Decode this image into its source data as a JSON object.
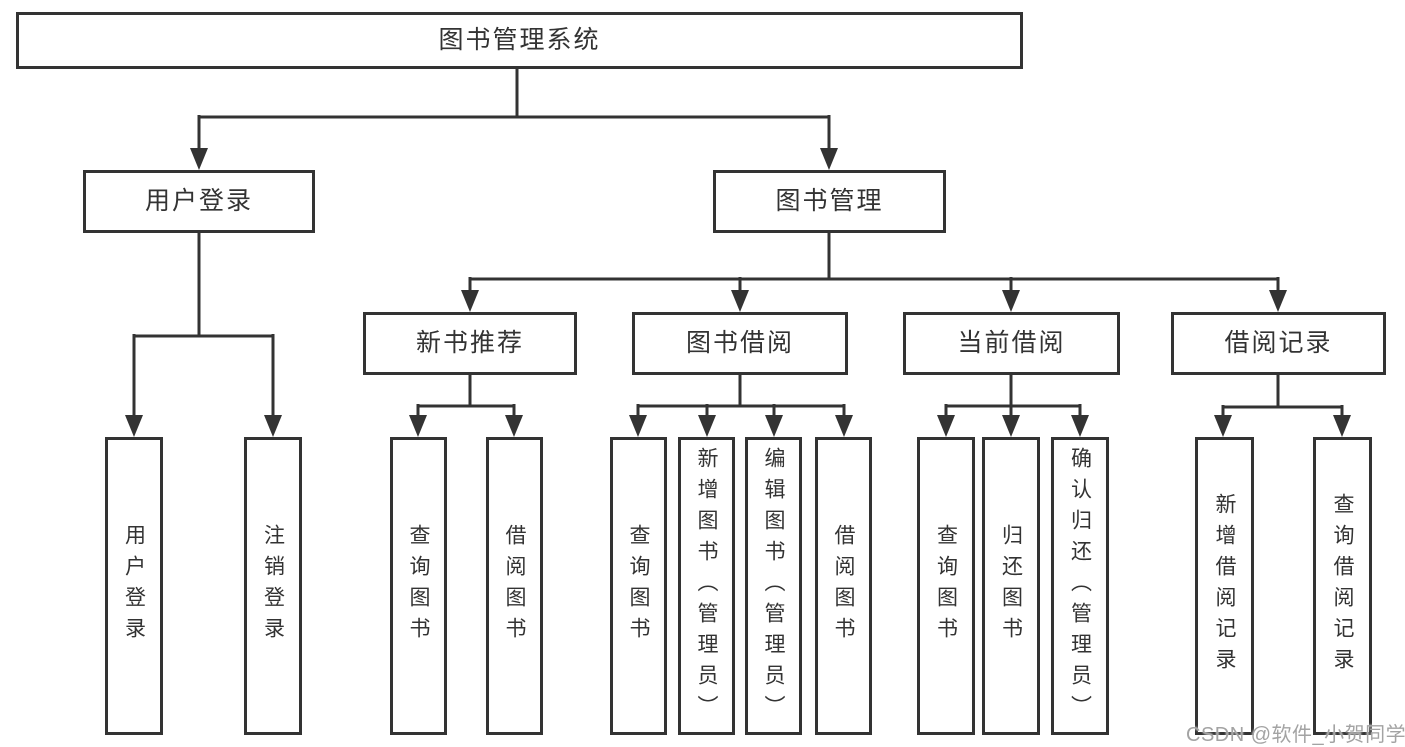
{
  "diagram": {
    "type": "hierarchy-tree",
    "root": {
      "label": "图书管理系统"
    },
    "level2": [
      {
        "id": "user-login",
        "label": "用户登录",
        "children": [
          {
            "label": "用户登录"
          },
          {
            "label": "注销登录"
          }
        ]
      },
      {
        "id": "book-management",
        "label": "图书管理",
        "children": [
          {
            "id": "new-book-recommend",
            "label": "新书推荐",
            "children": [
              {
                "label": "查询图书"
              },
              {
                "label": "借阅图书"
              }
            ]
          },
          {
            "id": "book-borrowing",
            "label": "图书借阅",
            "children": [
              {
                "label": "查询图书"
              },
              {
                "label": "新增图书（管理员）"
              },
              {
                "label": "编辑图书（管理员）"
              },
              {
                "label": "借阅图书"
              }
            ]
          },
          {
            "id": "current-borrowing",
            "label": "当前借阅",
            "children": [
              {
                "label": "查询图书"
              },
              {
                "label": "归还图书"
              },
              {
                "label": "确认归还（管理员）"
              }
            ]
          },
          {
            "id": "borrowing-records",
            "label": "借阅记录",
            "children": [
              {
                "label": "新增借阅记录"
              },
              {
                "label": "查询借阅记录"
              }
            ]
          }
        ]
      }
    ]
  },
  "watermark": {
    "text": "CSDN @软件_小贺同学",
    "color": "#a3a3a3"
  },
  "colors": {
    "line": "#333333",
    "box_border": "#333333",
    "text": "#333333",
    "background": "#ffffff"
  }
}
